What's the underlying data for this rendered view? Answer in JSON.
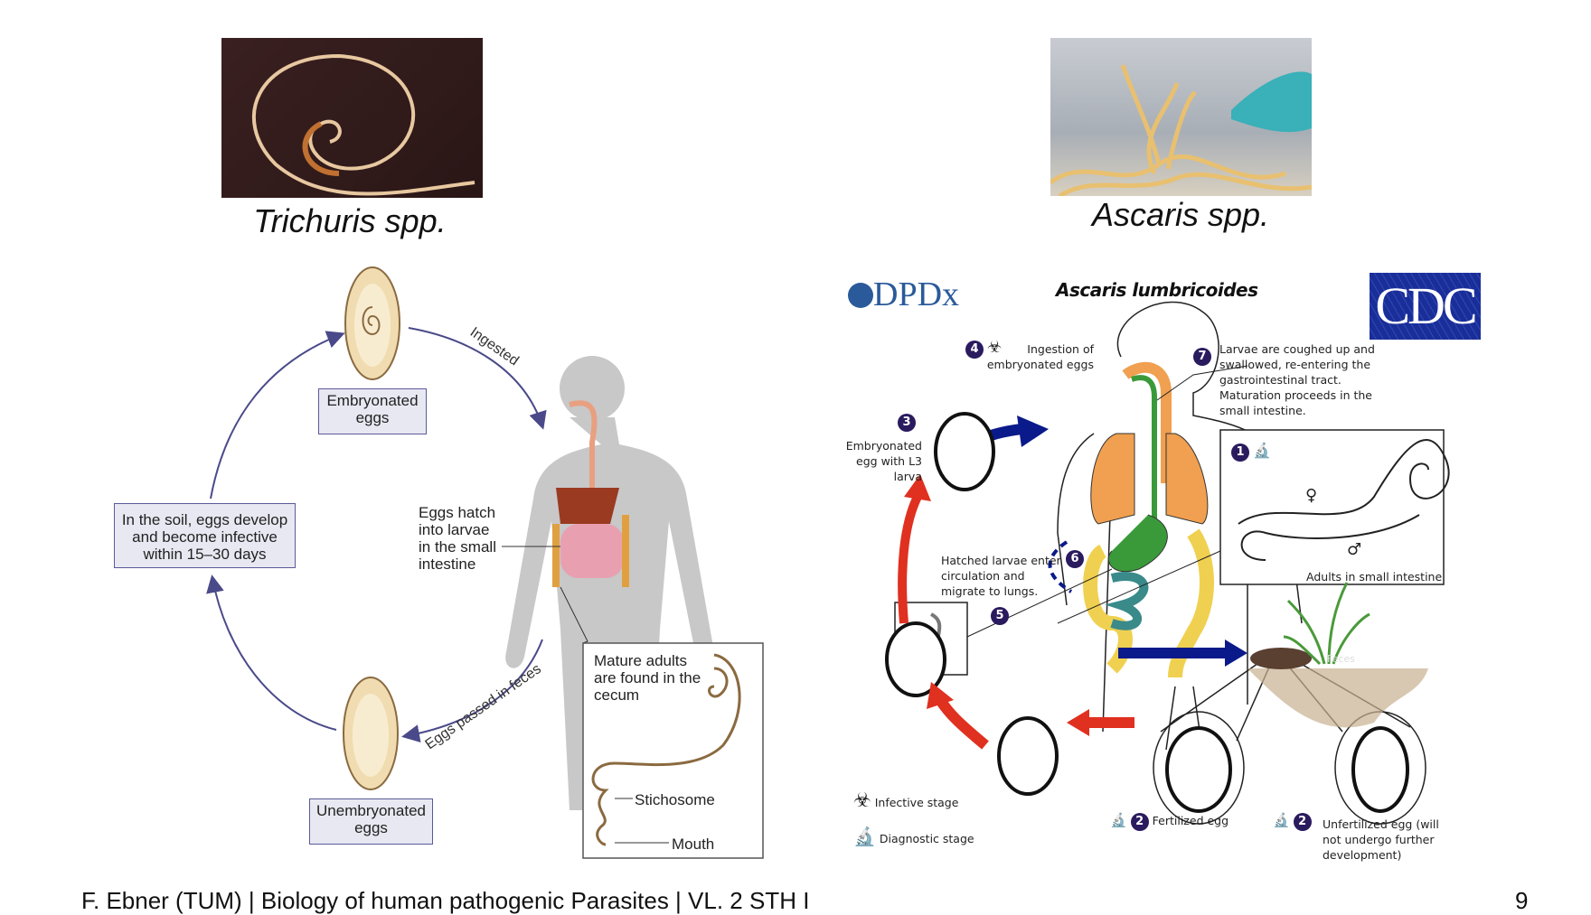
{
  "left": {
    "photo_caption": "Trichuris spp.",
    "diagram": {
      "embryonated": "Embryonated eggs",
      "ingested": "Ingested",
      "soil": "In the soil, eggs develop and become infective within 15–30 days",
      "hatch": "Eggs hatch into larvae in the small intestine",
      "unembryonated": "Unembryonated eggs",
      "passed": "Eggs passed in feces",
      "adults": "Mature adults are found in the cecum",
      "stichosome": "Stichosome",
      "mouth": "Mouth"
    }
  },
  "right": {
    "photo_caption": "Ascaris spp.",
    "diagram": {
      "logo_left": "DPDx",
      "title": "Ascaris lumbricoides",
      "logo_right": "CDC",
      "step4": {
        "num": "4",
        "text": "Ingestion of embryonated eggs"
      },
      "step7": {
        "num": "7",
        "text": "Larvae are coughed up and swallowed, re-entering the gastrointestinal tract. Maturation proceeds in the small intestine."
      },
      "step3": {
        "num": "3",
        "text": "Embryonated egg with L3 larva"
      },
      "step1": {
        "num": "1",
        "text": "Adults in small intestine",
        "female": "♀",
        "male": "♂"
      },
      "step6": {
        "num": "6",
        "text": "Hatched larvae enter circulation and migrate to lungs."
      },
      "step5": {
        "num": "5"
      },
      "feces": "Feces",
      "step2a": {
        "num": "2",
        "text": "Fertilized egg"
      },
      "step2b": {
        "num": "2",
        "text": "Unfertilized egg (will not undergo further development)"
      },
      "legend_infective": "Infective stage",
      "legend_diagnostic": "Diagnostic stage"
    }
  },
  "footer": {
    "text": "F. Ebner (TUM) | Biology of human pathogenic Parasites | VL. 2 STH I",
    "page": "9"
  },
  "colors": {
    "cycle_arrow": "#4a4a8a",
    "box_fill": "#e8e8f2",
    "cdc_blue": "#1a2e9a",
    "red_arrow": "#e03020",
    "navy_arrow": "#0a1a8a",
    "number_badge": "#2a1a5e"
  }
}
